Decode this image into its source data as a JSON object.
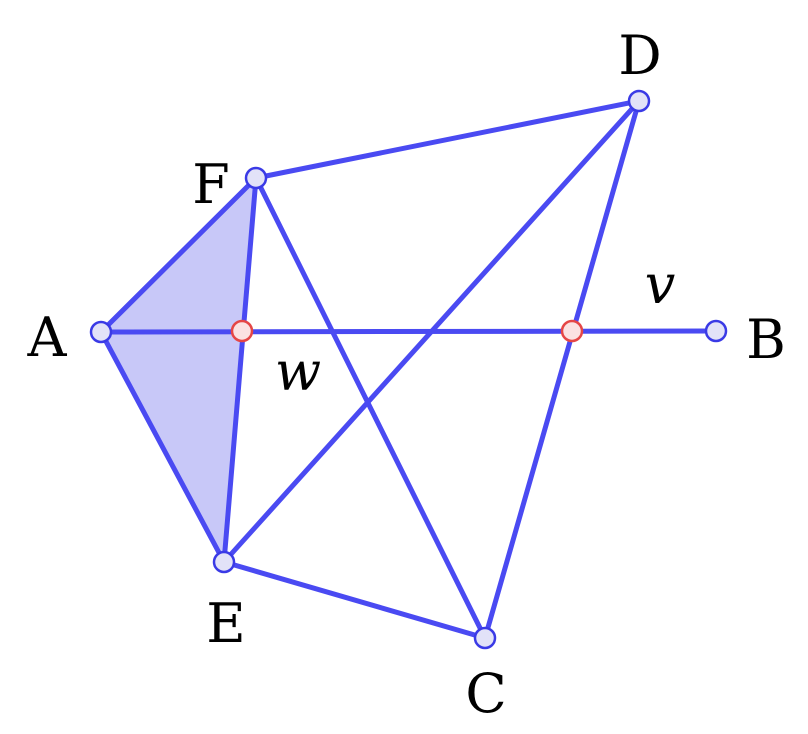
{
  "colors": {
    "line": "#4a4af2",
    "fill": "#c8c8f8",
    "point_fill": "#e2e2f8",
    "point_stroke": "#3a3ae6",
    "intersection_fill": "#fbe2e2",
    "intersection_stroke": "#e54646"
  },
  "points": {
    "A": "A",
    "B": "B",
    "C": "C",
    "D": "D",
    "E": "E",
    "F": "F"
  },
  "segment_labels": {
    "v": "v",
    "w": "w"
  },
  "segments": [
    [
      "F",
      "D"
    ],
    [
      "F",
      "A"
    ],
    [
      "F",
      "E"
    ],
    [
      "F",
      "C"
    ],
    [
      "A",
      "B"
    ],
    [
      "A",
      "E"
    ],
    [
      "E",
      "D"
    ],
    [
      "E",
      "C"
    ],
    [
      "C",
      "D"
    ]
  ],
  "polygon": [
    "A",
    "F",
    "E"
  ]
}
